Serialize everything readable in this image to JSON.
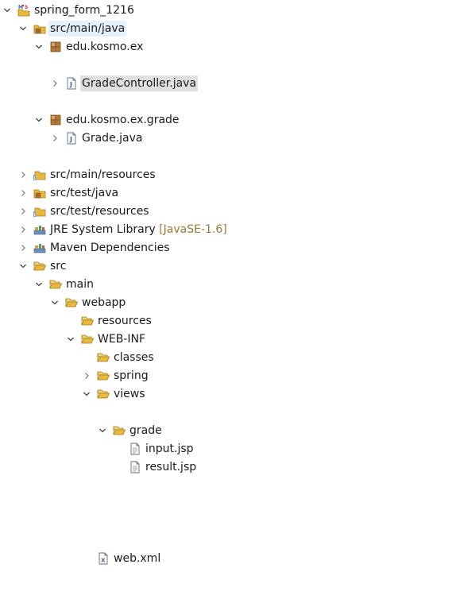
{
  "tree": [
    {
      "label": "spring_form_1216",
      "icon": "maven-project-icon",
      "arrow": "expanded",
      "depth": 0,
      "row": 0,
      "highlight": ""
    },
    {
      "label": "src/main/java",
      "icon": "source-folder-icon",
      "arrow": "expanded",
      "depth": 1,
      "row": 1,
      "highlight": "light"
    },
    {
      "label": "edu.kosmo.ex",
      "icon": "package-icon",
      "arrow": "expanded",
      "depth": 2,
      "row": 2,
      "highlight": ""
    },
    {
      "label": "GradeController.java",
      "icon": "java-file-icon",
      "arrow": "collapsed",
      "depth": 3,
      "row": 4,
      "highlight": "grey"
    },
    {
      "label": "edu.kosmo.ex.grade",
      "icon": "package-icon",
      "arrow": "expanded",
      "depth": 2,
      "row": 6,
      "highlight": ""
    },
    {
      "label": "Grade.java",
      "icon": "java-file-icon",
      "arrow": "collapsed",
      "depth": 3,
      "row": 7,
      "highlight": ""
    },
    {
      "label": "src/main/resources",
      "icon": "resource-folder-icon",
      "arrow": "collapsed",
      "depth": 1,
      "row": 9,
      "highlight": ""
    },
    {
      "label": "src/test/java",
      "icon": "source-folder-icon",
      "arrow": "collapsed",
      "depth": 1,
      "row": 10,
      "highlight": ""
    },
    {
      "label": "src/test/resources",
      "icon": "resource-folder-icon",
      "arrow": "collapsed",
      "depth": 1,
      "row": 11,
      "highlight": ""
    },
    {
      "label": "JRE System Library",
      "suffix": "[JavaSE-1.6]",
      "icon": "library-icon",
      "arrow": "collapsed",
      "depth": 1,
      "row": 12,
      "highlight": ""
    },
    {
      "label": "Maven Dependencies",
      "icon": "library-icon",
      "arrow": "collapsed",
      "depth": 1,
      "row": 13,
      "highlight": ""
    },
    {
      "label": "src",
      "icon": "folder-open-icon",
      "arrow": "expanded",
      "depth": 1,
      "row": 14,
      "highlight": ""
    },
    {
      "label": "main",
      "icon": "folder-open-icon",
      "arrow": "expanded",
      "depth": 2,
      "row": 15,
      "highlight": ""
    },
    {
      "label": "webapp",
      "icon": "folder-open-icon",
      "arrow": "expanded",
      "depth": 3,
      "row": 16,
      "highlight": ""
    },
    {
      "label": "resources",
      "icon": "folder-open-icon",
      "arrow": "none",
      "depth": 4,
      "row": 17,
      "highlight": ""
    },
    {
      "label": "WEB-INF",
      "icon": "folder-open-icon",
      "arrow": "expanded",
      "depth": 4,
      "row": 18,
      "highlight": ""
    },
    {
      "label": "classes",
      "icon": "folder-open-icon",
      "arrow": "none",
      "depth": 5,
      "row": 19,
      "highlight": ""
    },
    {
      "label": "spring",
      "icon": "folder-open-icon",
      "arrow": "collapsed",
      "depth": 5,
      "row": 20,
      "highlight": ""
    },
    {
      "label": "views",
      "icon": "folder-open-icon",
      "arrow": "expanded",
      "depth": 5,
      "row": 21,
      "highlight": ""
    },
    {
      "label": "grade",
      "icon": "folder-open-icon",
      "arrow": "expanded",
      "depth": 6,
      "row": 23,
      "highlight": ""
    },
    {
      "label": "input.jsp",
      "icon": "jsp-file-icon",
      "arrow": "none",
      "depth": 7,
      "row": 24,
      "highlight": ""
    },
    {
      "label": "result.jsp",
      "icon": "jsp-file-icon",
      "arrow": "none",
      "depth": 7,
      "row": 25,
      "highlight": ""
    },
    {
      "label": "web.xml",
      "icon": "xml-file-icon",
      "arrow": "none",
      "depth": 5,
      "row": 30,
      "highlight": ""
    }
  ],
  "colors": {
    "selection_light": "#e5f1fb",
    "selection_grey": "#e0e0e0",
    "decoration_text": "#9a7a3a",
    "folder": "#e8b93c",
    "package": "#b5793a",
    "java": "#3b5f9e"
  }
}
